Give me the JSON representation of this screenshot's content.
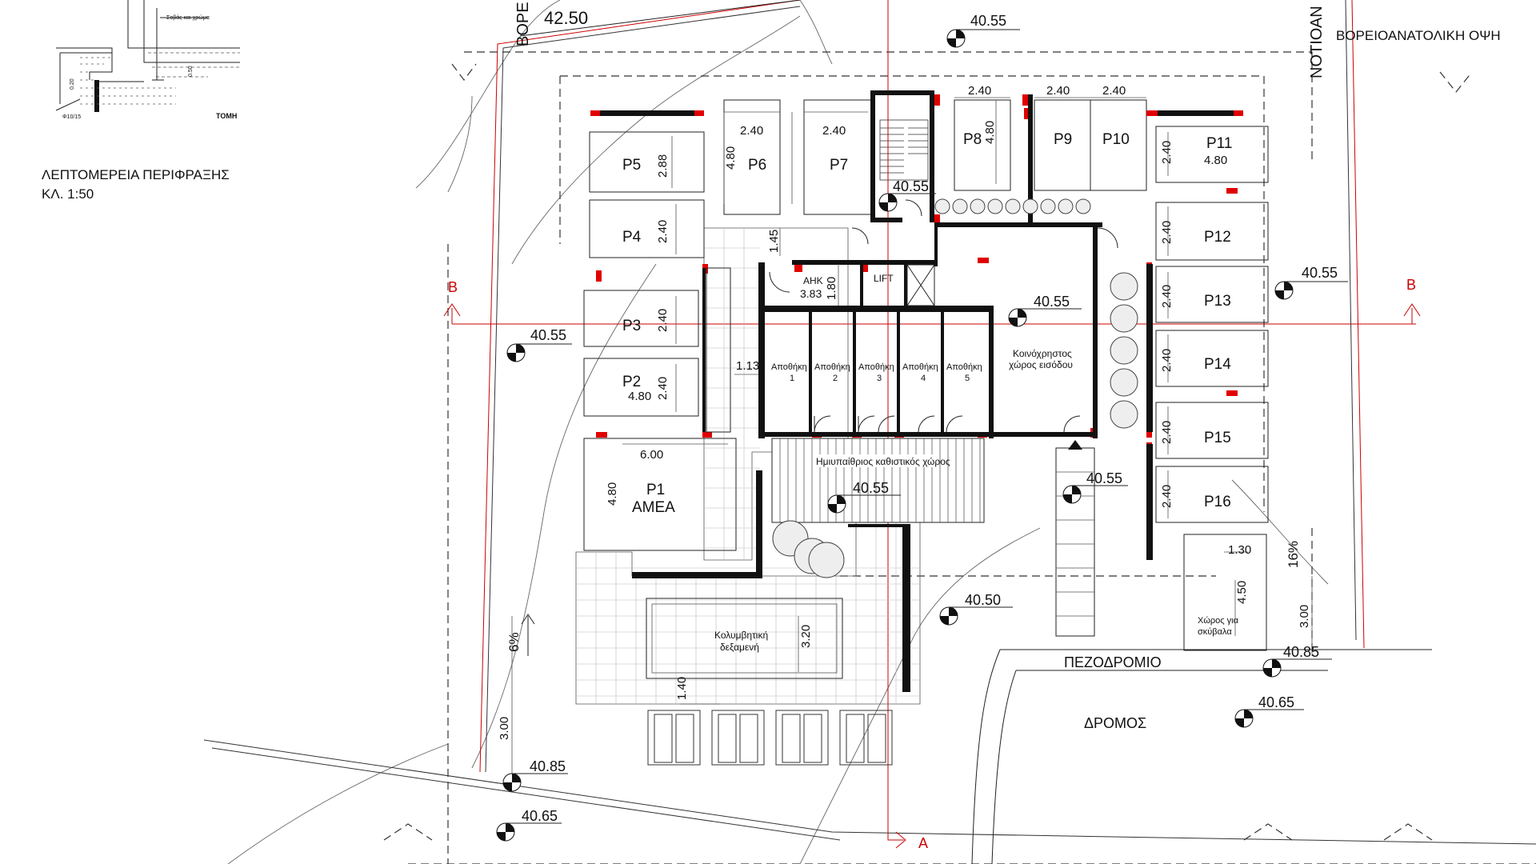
{
  "detail": {
    "title": "ΛΕΠΤΟΜΕΡΕΙΑ ΠΕΡΙΦΡΑΞΗΣ",
    "scale": "ΚΛ. 1:50",
    "section_label": "ΤΟΜΗ",
    "note_render": "Σοβάς και χρώμα",
    "rebar": "Φ10/15",
    "dim_a": "0.20",
    "dim_b": "0.50"
  },
  "views": {
    "north_partial": "ΒΟΡΕ",
    "southeast_partial": "ΝΟΤΙΟΑΝ",
    "northeast_view": "ΒΟΡΕΙΟΑΝΑΤΟΛΙΚΗ ΟΨΗ"
  },
  "section_marks": {
    "b_left": "B",
    "b_right": "B",
    "a": "A"
  },
  "parking": [
    {
      "id": "P1",
      "sub": "ΑΜΕΑ",
      "dim_w": "6.00",
      "dim_d": "4.80"
    },
    {
      "id": "P2",
      "dim_w": "2.40",
      "dim_d": "4.80"
    },
    {
      "id": "P3",
      "dim_w": "2.40"
    },
    {
      "id": "P4",
      "dim_w": "2.40"
    },
    {
      "id": "P5",
      "dim_w": "2.88"
    },
    {
      "id": "P6",
      "dim_w": "2.40",
      "dim_d": "4.80"
    },
    {
      "id": "P7",
      "dim_w": "2.40"
    },
    {
      "id": "P8",
      "dim_w": "2.40",
      "dim_d": "4.80"
    },
    {
      "id": "P9",
      "dim_w": "2.40"
    },
    {
      "id": "P10",
      "dim_w": "2.40"
    },
    {
      "id": "P11",
      "dim_w": "2.40",
      "dim_d": "4.80"
    },
    {
      "id": "P12",
      "dim_w": "2.40"
    },
    {
      "id": "P13",
      "dim_w": "2.40"
    },
    {
      "id": "P14",
      "dim_w": "2.40"
    },
    {
      "id": "P15",
      "dim_w": "2.40"
    },
    {
      "id": "P16",
      "dim_w": "2.40"
    }
  ],
  "rooms": {
    "ahk": "ΑΗΚ",
    "ahk_area": "3.83",
    "lift": "LIFT",
    "storage": [
      "Αποθήκη",
      "Αποθήκη",
      "Αποθήκη",
      "Αποθήκη",
      "Αποθήκη"
    ],
    "storage_no": [
      "1",
      "2",
      "3",
      "4",
      "5"
    ],
    "common_l1": "Κοινόχρηστος",
    "common_l2": "χώρος εισόδου",
    "semi_outdoor": "Ημιυπαίθριος καθιστικός χώρος",
    "pool_l1": "Κολυμβητική",
    "pool_l2": "δεξαμενή",
    "waste_l1": "Χώρος για",
    "waste_l2": "σκύβαλα"
  },
  "levels": [
    "40.55",
    "40.55",
    "40.55",
    "40.55",
    "40.55",
    "40.55",
    "40.50",
    "40.85",
    "40.65",
    "40.85",
    "40.65",
    "40.55"
  ],
  "dims": {
    "plot_top": "42.50",
    "d_145": "1.45",
    "d_180": "1.80",
    "d_113": "1.13",
    "d_130": "1.30",
    "d_450": "4.50",
    "d_300a": "3.00",
    "d_300b": "3.00",
    "d_320": "3.20",
    "d_140": "1.40",
    "slope_left": "6%",
    "slope_right": "16%"
  },
  "street": {
    "sidewalk": "ΠΕΖΟΔΡΟΜΙΟ",
    "road": "ΔΡΟΜΟΣ"
  }
}
